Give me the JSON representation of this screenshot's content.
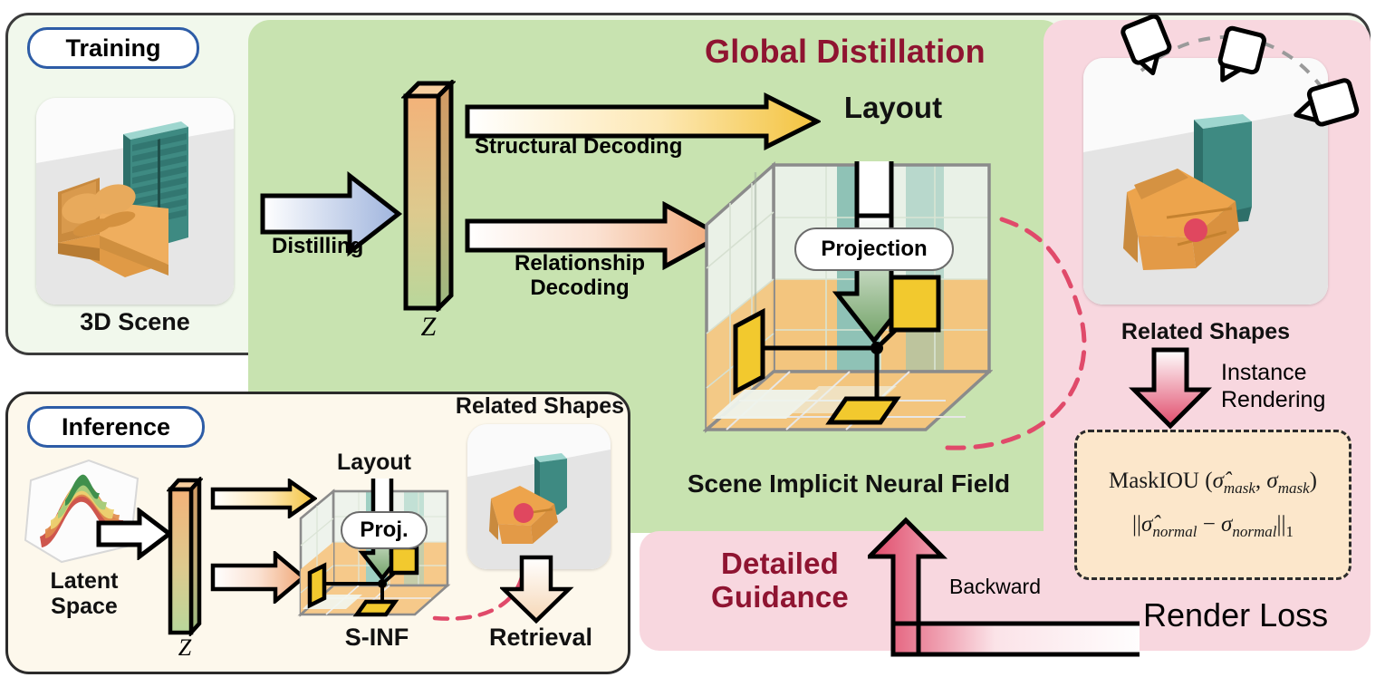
{
  "figure": {
    "panels": {
      "training_badge": "Training",
      "inference_badge": "Inference"
    },
    "section_titles": {
      "global": "Global Distillation",
      "detailed": "Detailed Guidance"
    }
  },
  "training": {
    "scene_caption": "3D Scene",
    "distilling_label": "Distilling",
    "latent_symbol": "Z",
    "structural_arrow_label": "Structural Decoding",
    "relationship_arrow_label": "Relationship\nDecoding",
    "relationship_arrow_line1": "Relationship",
    "relationship_arrow_line2": "Decoding",
    "layout_label": "Layout",
    "projection_label": "Projection",
    "field_caption": "Scene Implicit Neural Field"
  },
  "render": {
    "related_shapes_caption": "Related Shapes",
    "instance_rendering_label_line1": "Instance",
    "instance_rendering_label_line2": "Rendering",
    "loss_formula_1": "MaskIOU (σ̂mask, σmask)",
    "loss_formula_2": "||σ̂normal − σnormal||1",
    "render_loss_label": "Render Loss",
    "backward_label": "Backward"
  },
  "inference": {
    "latent_space_line1": "Latent",
    "latent_space_line2": "Space",
    "latent_symbol": "Z",
    "layout_label": "Layout",
    "projection_label": "Proj.",
    "field_caption": "S-INF",
    "related_shapes_caption": "Related Shapes",
    "retrieval_label": "Retrieval"
  },
  "colors": {
    "green_region": "#c8e3b0",
    "pink_region": "#f8d7df",
    "panel_green": "#f1f8ec",
    "panel_cream": "#fdf8ec",
    "title_red": "#8f1431",
    "badge_blue": "#2d5ca6",
    "loss_box_fill": "#fce7cb",
    "accent_yellow": "#f2c94c",
    "accent_orange": "#f0a878",
    "accent_crimson": "#e04a6a",
    "object_teal": "#3e8a82",
    "object_orange": "#eda44c"
  },
  "icons": {
    "camera": "camera-icon",
    "arrow_right": "arrow-right-icon",
    "arrow_down": "arrow-down-icon",
    "arrow_up": "arrow-up-icon"
  }
}
